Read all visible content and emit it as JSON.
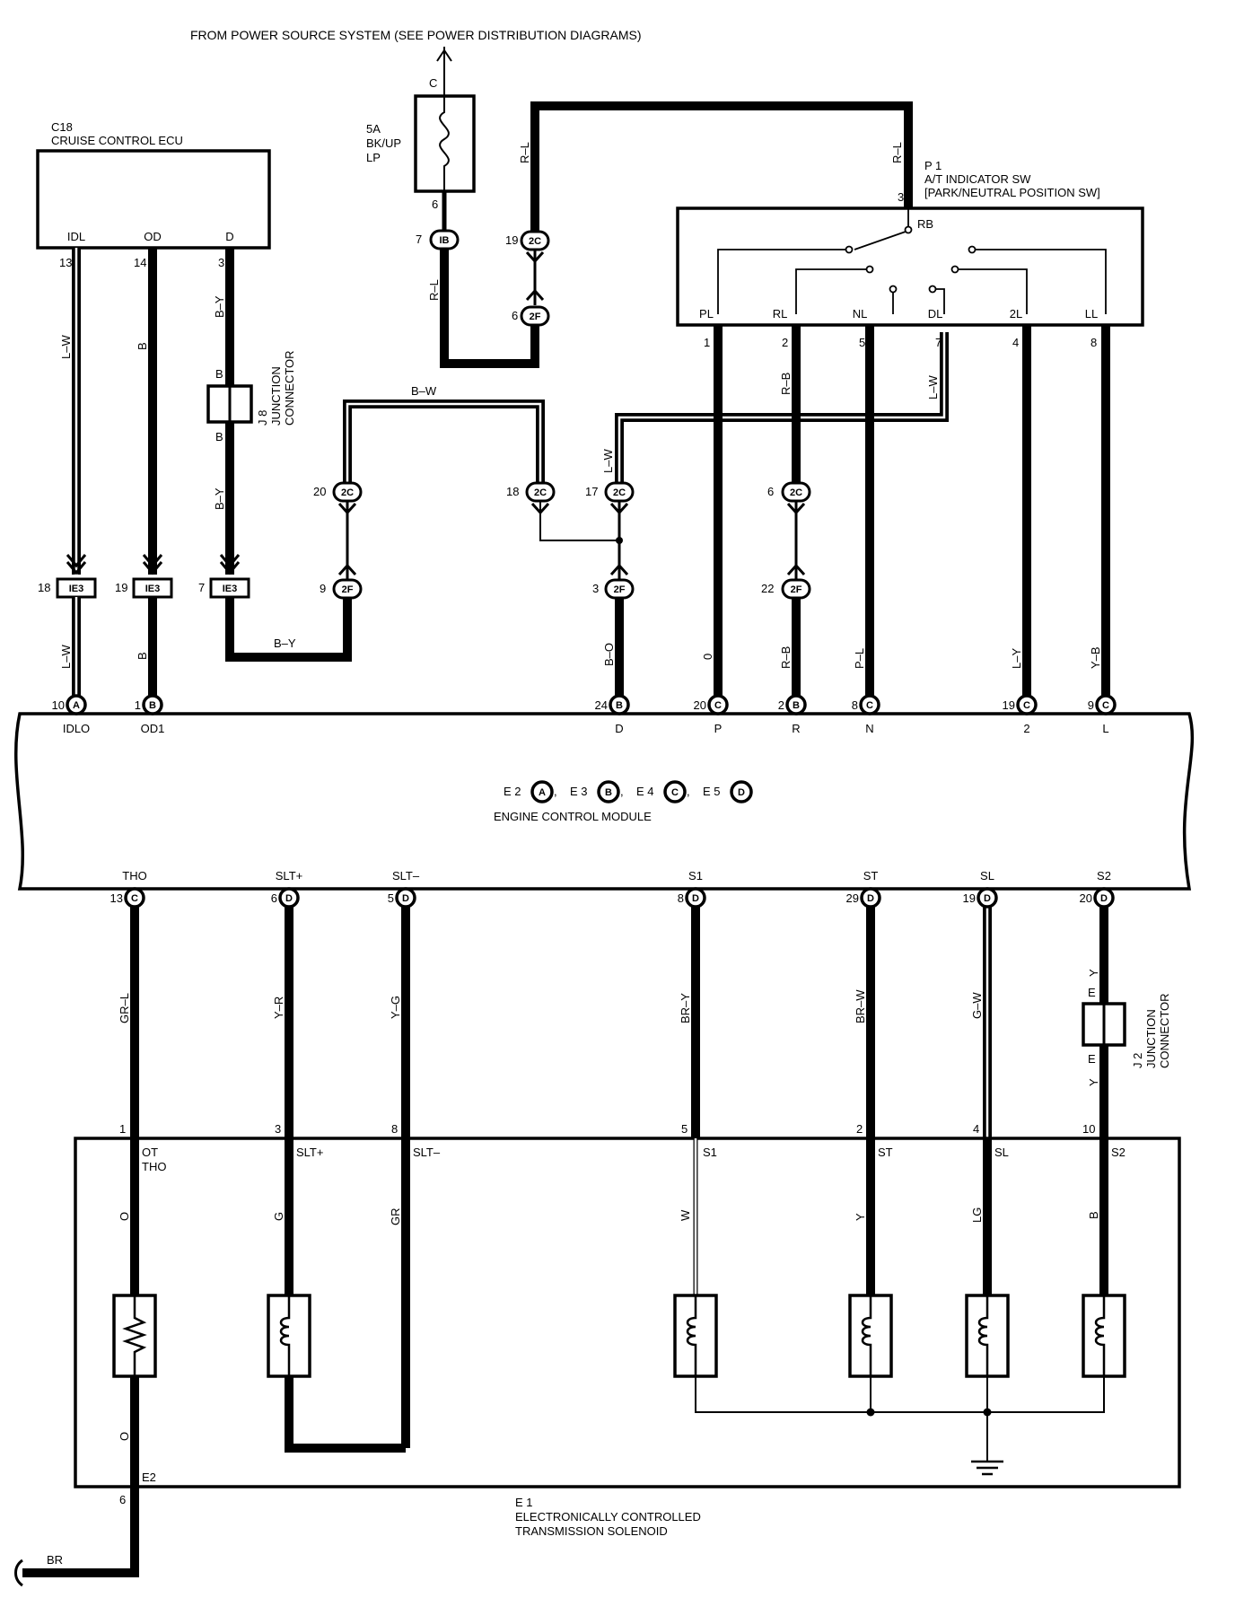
{
  "header": {
    "title": "FROM POWER SOURCE SYSTEM (SEE POWER DISTRIBUTION DIAGRAMS)"
  },
  "fuse": {
    "rating": "5A",
    "name_line1": "BK/UP",
    "name_line2": "LP",
    "top_pin": "C",
    "bottom_pin": "6"
  },
  "cruise_ecu": {
    "code": "C18",
    "name": "CRUISE CONTROL ECU",
    "terminals": [
      {
        "label": "IDL",
        "pin": "13",
        "wire": "L–W"
      },
      {
        "label": "OD",
        "pin": "14",
        "wire": "B"
      },
      {
        "label": "D",
        "pin": "3",
        "wire": "B–Y"
      }
    ]
  },
  "j8": {
    "code": "J 8",
    "line1": "JUNCTION",
    "line2": "CONNECTOR",
    "pin_top": "B",
    "pin_bottom": "B",
    "wire_below": "B–Y"
  },
  "ie3": {
    "id": "IE3",
    "pins": [
      "18",
      "19",
      "7"
    ],
    "wires_below": [
      "L–W",
      "B"
    ],
    "wire_horizontal": "B–Y"
  },
  "connectors": {
    "ib": {
      "id": "IB",
      "pin": "7",
      "top_pin": "6",
      "wire": "R–L"
    },
    "c2c_19": {
      "id": "2C",
      "pin": "19",
      "wire_above": "R–L"
    },
    "f2f_6": {
      "id": "2F",
      "pin": "6"
    },
    "c2c_20": {
      "id": "2C",
      "pin": "20"
    },
    "f2f_9": {
      "id": "2F",
      "pin": "9"
    },
    "c2c_18": {
      "id": "2C",
      "pin": "18"
    },
    "c2c_17": {
      "id": "2C",
      "pin": "17",
      "wire": "L–W"
    },
    "f2f_3": {
      "id": "2F",
      "pin": "3"
    },
    "c2c_6": {
      "id": "2C",
      "pin": "6"
    },
    "f2f_22": {
      "id": "2F",
      "pin": "22"
    },
    "bw_wire": "B–W"
  },
  "pnp_switch": {
    "code": "P 1",
    "name": "A/T INDICATOR SW",
    "subname": "[PARK/NEUTRAL POSITION SW]",
    "supply_pin": "3",
    "supply_wire": "R–L",
    "common": "RB",
    "terminals": [
      {
        "label": "PL",
        "pin": "1"
      },
      {
        "label": "RL",
        "pin": "2",
        "wire": "R–B"
      },
      {
        "label": "NL",
        "pin": "5"
      },
      {
        "label": "DL",
        "pin": "7",
        "wire": "L–W"
      },
      {
        "label": "2L",
        "pin": "4"
      },
      {
        "label": "LL",
        "pin": "8"
      }
    ]
  },
  "ecm": {
    "name": "ENGINE CONTROL MODULE",
    "connector_legend": [
      {
        "name": "E 2",
        "letter": "A"
      },
      {
        "name": "E 3",
        "letter": "B"
      },
      {
        "name": "E 4",
        "letter": "C"
      },
      {
        "name": "E 5",
        "letter": "D"
      }
    ],
    "legend_sep": ",",
    "top_terminals": [
      {
        "label": "IDLO",
        "pin": "10",
        "letter": "A",
        "wire": "L–W"
      },
      {
        "label": "OD1",
        "pin": "1",
        "letter": "B",
        "wire": "B"
      },
      {
        "label": "D",
        "pin": "24",
        "letter": "B",
        "wire": "B–O"
      },
      {
        "label": "P",
        "pin": "20",
        "letter": "C",
        "wire": "0"
      },
      {
        "label": "R",
        "pin": "2",
        "letter": "B",
        "wire": "R–B"
      },
      {
        "label": "N",
        "pin": "8",
        "letter": "C",
        "wire": "P–L"
      },
      {
        "label": "2",
        "pin": "19",
        "letter": "C",
        "wire": "L–Y"
      },
      {
        "label": "L",
        "pin": "9",
        "letter": "C",
        "wire": "Y–B"
      }
    ],
    "bottom_terminals": [
      {
        "label": "THO",
        "pin": "13",
        "letter": "C",
        "wire": "GR–L"
      },
      {
        "label": "SLT+",
        "pin": "6",
        "letter": "D",
        "wire": "Y–R"
      },
      {
        "label": "SLT–",
        "pin": "5",
        "letter": "D",
        "wire": "Y–G"
      },
      {
        "label": "S1",
        "pin": "8",
        "letter": "D",
        "wire": "BR–Y"
      },
      {
        "label": "ST",
        "pin": "29",
        "letter": "D",
        "wire": "BR–W"
      },
      {
        "label": "SL",
        "pin": "19",
        "letter": "D",
        "wire": "G–W"
      },
      {
        "label": "S2",
        "pin": "20",
        "letter": "D",
        "wire": "Y"
      }
    ]
  },
  "j2": {
    "code": "J 2",
    "line1": "JUNCTION",
    "line2": "CONNECTOR",
    "pin_top": "E",
    "pin_bottom": "E",
    "wire_below": "Y"
  },
  "solenoid": {
    "code": "E 1",
    "line1": "ELECTRONICALLY CONTROLLED",
    "line2": "TRANSMISSION SOLENOID",
    "terminals": [
      {
        "pin": "1",
        "label": "OT",
        "label2": "THO",
        "wire": "O"
      },
      {
        "pin": "3",
        "label": "SLT+",
        "wire": "G"
      },
      {
        "pin": "8",
        "label": "SLT–",
        "wire": "GR"
      },
      {
        "pin": "5",
        "label": "S1",
        "wire": "W"
      },
      {
        "pin": "2",
        "label": "ST",
        "wire": "Y"
      },
      {
        "pin": "4",
        "label": "SL",
        "wire": "LG"
      },
      {
        "pin": "10",
        "label": "S2",
        "wire": "B"
      }
    ],
    "ground_pin": "6",
    "ground_label": "E2",
    "ground_wire_inside": "O",
    "ground_wire_out": "BR"
  }
}
